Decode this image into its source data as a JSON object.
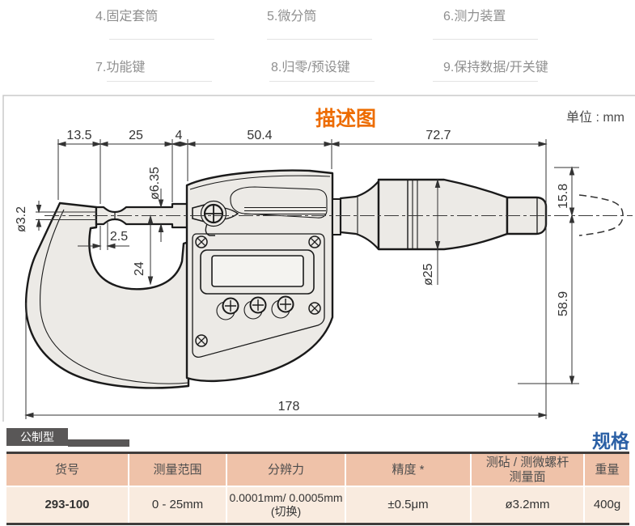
{
  "colors": {
    "accent_orange": "#ed6c00",
    "accent_blue": "#2a5fa5",
    "callout_text": "#8f8f8f",
    "table_header_bg": "#efc2a9",
    "table_row_bg": "#f9ebdf",
    "tab_bg": "#595757",
    "drawing_fill": "#eceae6",
    "drawing_line": "#1a1a1a"
  },
  "callouts": {
    "rows": [
      [
        "4.固定套筒",
        "5.微分筒",
        "6.测力装置"
      ],
      [
        "7.功能键",
        "8.归零/预设键",
        "9.保持数据/开关键"
      ]
    ]
  },
  "drawing": {
    "title": "描述图",
    "unit": "单位 : mm",
    "dims": {
      "anvil_width": "13.5",
      "range": "25",
      "collar": "4",
      "body": "50.4",
      "sleeve": "72.7",
      "spindle_dia": "ø6.35",
      "face_dia": "ø3.2",
      "tip": "2.5",
      "throat": "24",
      "thimble_dia": "ø25",
      "cap": "15.8",
      "height": "58.9",
      "overall": "178"
    }
  },
  "spec": {
    "tab": "公制型",
    "heading": "规格",
    "headers": [
      "货号",
      "测量范围",
      "分辨力",
      "精度 *",
      "测砧 / 测微螺杆\n测量面",
      "重量"
    ],
    "row": [
      "293-100",
      "0 - 25mm",
      "0.0001mm/ 0.0005mm\n(切换)",
      "±0.5μm",
      "ø3.2mm",
      "400g"
    ]
  }
}
